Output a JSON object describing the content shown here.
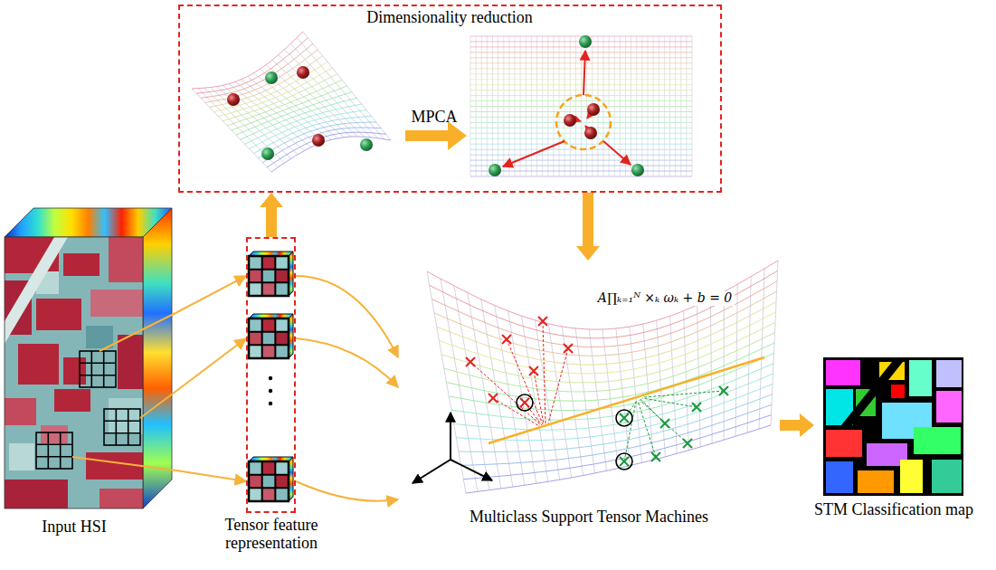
{
  "diagram": {
    "nodes": [
      {
        "text": [
          "Dimensionality reduction"
        ]
      },
      {
        "text": [
          "Input HSI"
        ]
      },
      {
        "text": [
          "Tensor feature representation"
        ]
      },
      {
        "text": [
          "Multiclass Support Tensor Machines"
        ]
      },
      {
        "text": [
          "STM Classification map"
        ]
      }
    ],
    "edges": [
      {
        "from": 1,
        "to": 2,
        "arrow": "to"
      },
      {
        "from": 2,
        "to": 0,
        "arrow": "to"
      },
      {
        "from": 0,
        "to": 3,
        "arrow": "to"
      },
      {
        "from": 2,
        "to": 3,
        "arrow": "to"
      },
      {
        "from": 3,
        "to": 4,
        "arrow": "to"
      }
    ],
    "labels": [
      "MPCA",
      "A∏ₖ₌₁ᴺ ×ₖ ωₖ + b = 0"
    ]
  }
}
